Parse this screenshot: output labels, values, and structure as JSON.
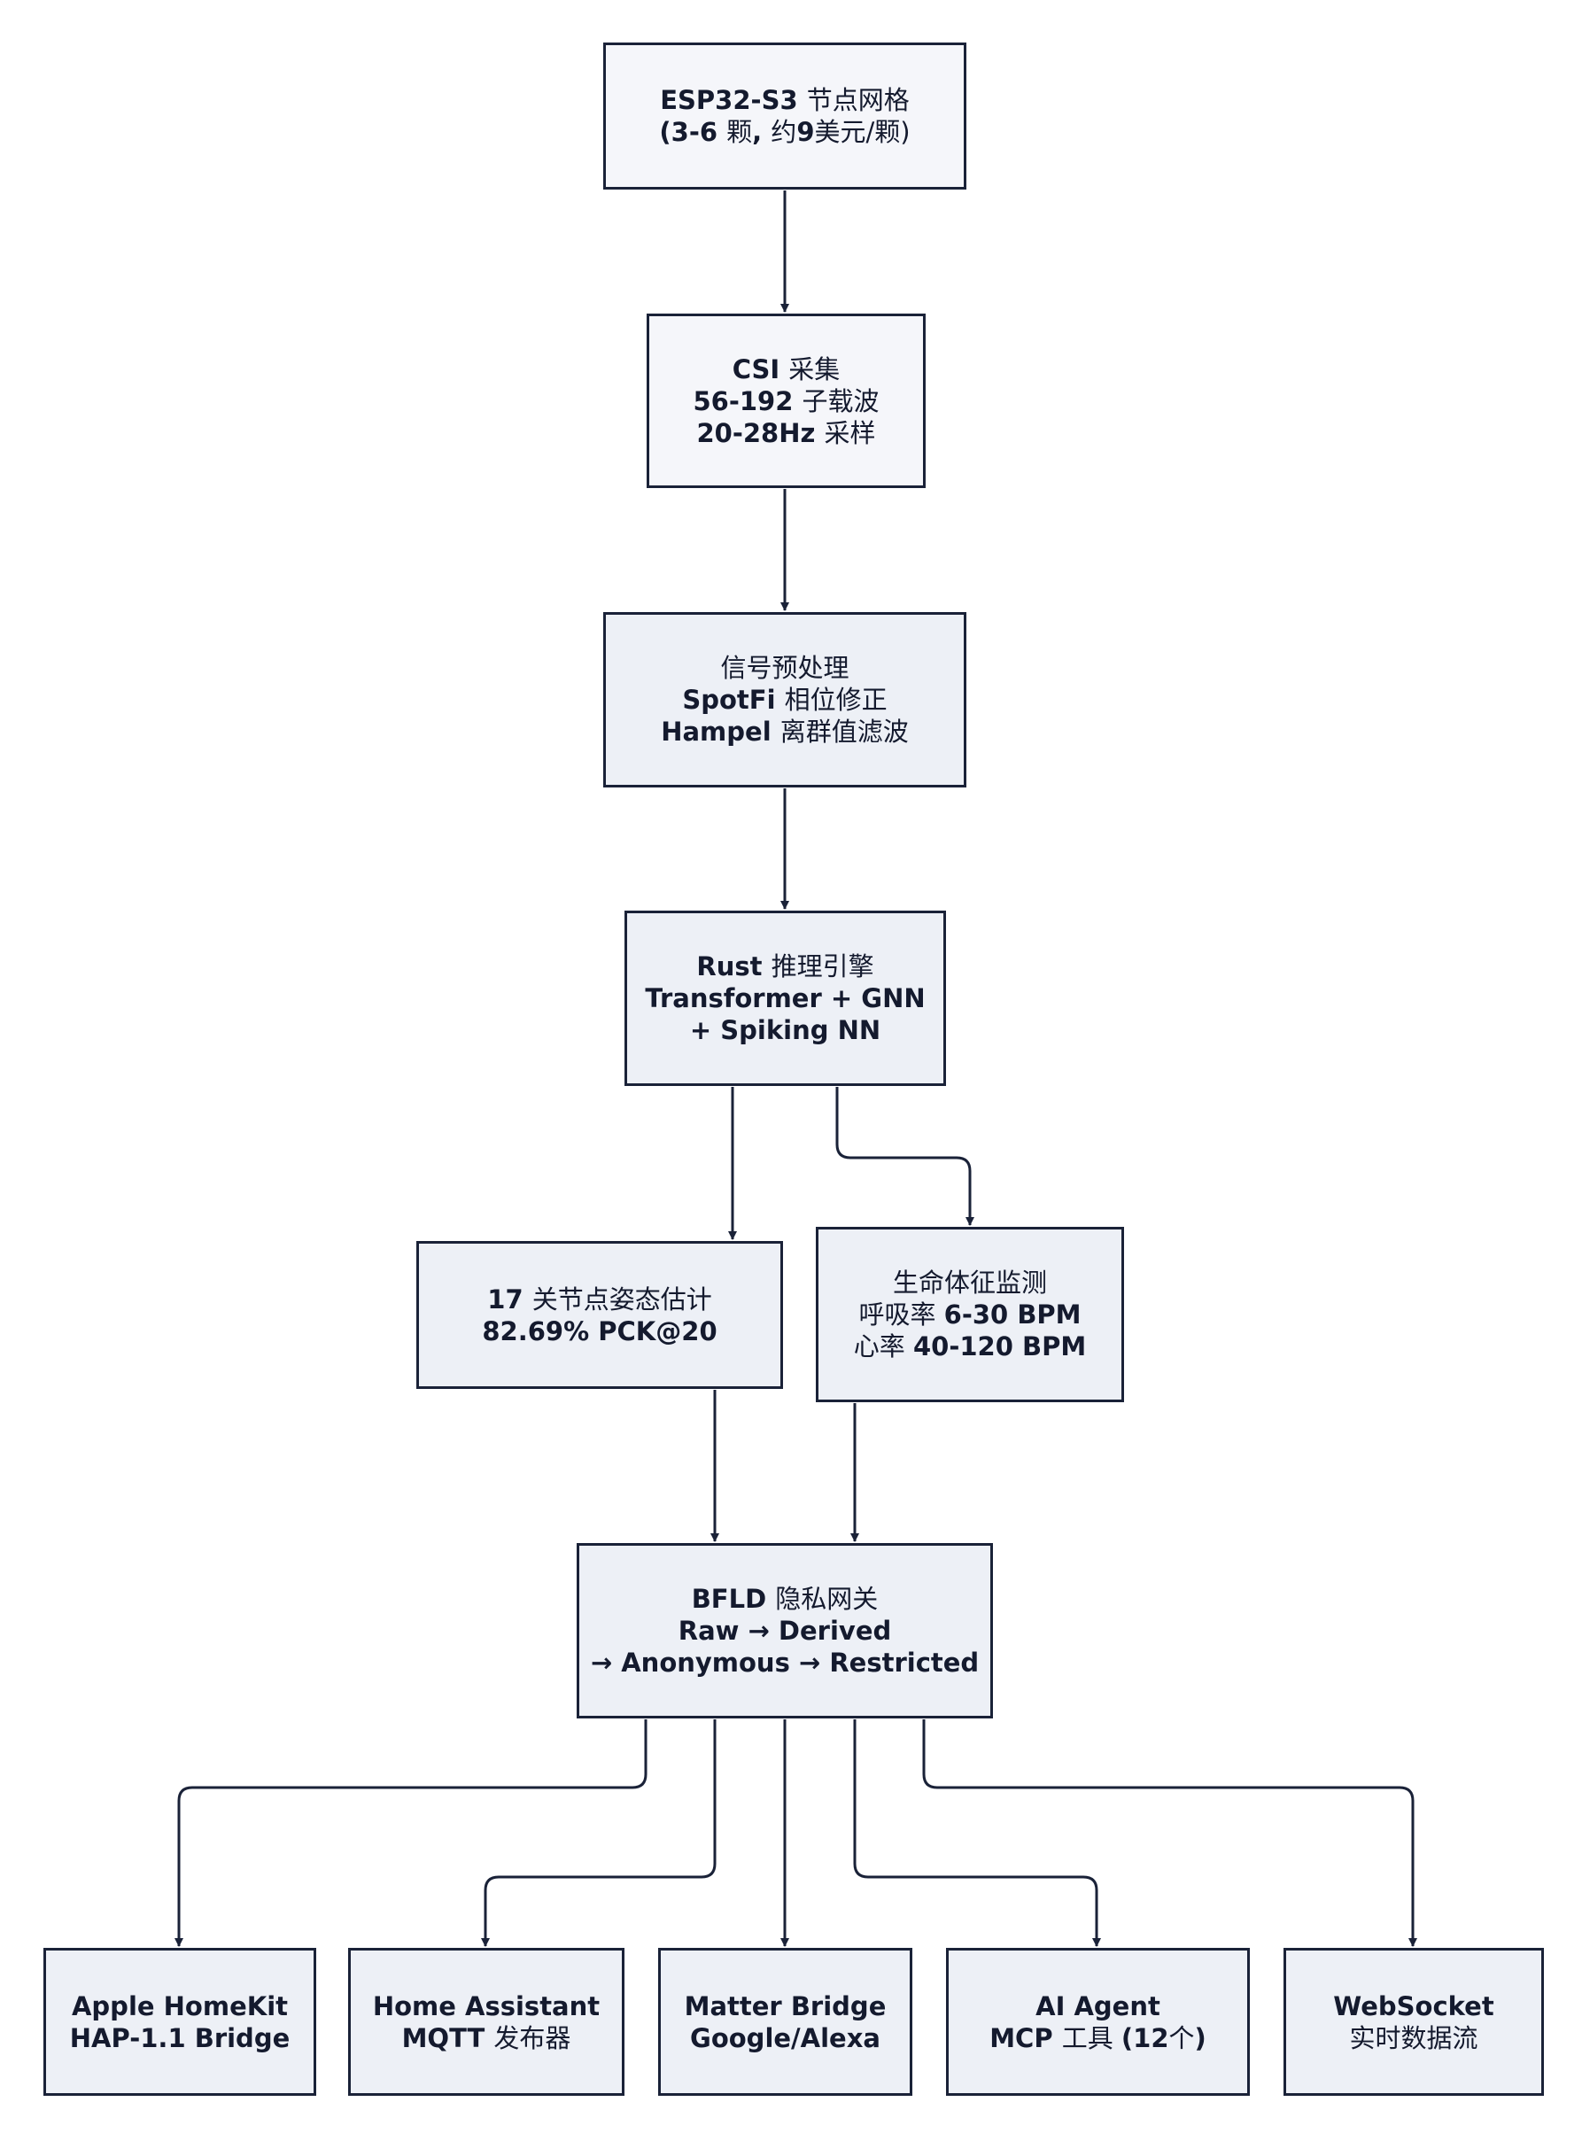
{
  "nodes": {
    "esp32": {
      "lines": [
        [
          {
            "t": "ESP32-S3 ",
            "b": true
          },
          {
            "t": "节点网格",
            "b": false
          }
        ],
        [
          {
            "t": "(3-6 ",
            "b": true
          },
          {
            "t": "颗",
            "b": false
          },
          {
            "t": ", ",
            "b": true
          },
          {
            "t": "约",
            "b": false
          },
          {
            "t": "9",
            "b": true
          },
          {
            "t": "美元/颗)",
            "b": false
          }
        ]
      ]
    },
    "csi": {
      "lines": [
        [
          {
            "t": "CSI ",
            "b": true
          },
          {
            "t": "采集",
            "b": false
          }
        ],
        [
          {
            "t": "56-192 ",
            "b": true
          },
          {
            "t": "子载波",
            "b": false
          }
        ],
        [
          {
            "t": "20-28Hz ",
            "b": true
          },
          {
            "t": "采样",
            "b": false
          }
        ]
      ]
    },
    "preprocess": {
      "lines": [
        [
          {
            "t": "信号预处理",
            "b": false
          }
        ],
        [
          {
            "t": "SpotFi ",
            "b": true
          },
          {
            "t": "相位修正",
            "b": false
          }
        ],
        [
          {
            "t": "Hampel ",
            "b": true
          },
          {
            "t": "离群值滤波",
            "b": false
          }
        ]
      ]
    },
    "rust": {
      "lines": [
        [
          {
            "t": "Rust ",
            "b": true
          },
          {
            "t": "推理引擎",
            "b": false
          }
        ],
        [
          {
            "t": "Transformer + GNN",
            "b": true
          }
        ],
        [
          {
            "t": "+ Spiking NN",
            "b": true
          }
        ]
      ]
    },
    "pose": {
      "lines": [
        [
          {
            "t": "17 ",
            "b": true
          },
          {
            "t": "关节点姿态估计",
            "b": false
          }
        ],
        [
          {
            "t": "82.69% PCK@20",
            "b": true
          }
        ]
      ]
    },
    "vitals": {
      "lines": [
        [
          {
            "t": "生命体征监测",
            "b": false
          }
        ],
        [
          {
            "t": "呼吸率 ",
            "b": false
          },
          {
            "t": "6-30 BPM",
            "b": true
          }
        ],
        [
          {
            "t": "心率 ",
            "b": false
          },
          {
            "t": "40-120 BPM",
            "b": true
          }
        ]
      ]
    },
    "bfld": {
      "lines": [
        [
          {
            "t": "BFLD ",
            "b": true
          },
          {
            "t": "隐私网关",
            "b": false
          }
        ],
        [
          {
            "t": "Raw → Derived",
            "b": true
          }
        ],
        [
          {
            "t": "→ Anonymous → Restricted",
            "b": true
          }
        ]
      ]
    },
    "homekit": {
      "lines": [
        [
          {
            "t": "Apple HomeKit",
            "b": true
          }
        ],
        [
          {
            "t": "HAP-1.1 Bridge",
            "b": true
          }
        ]
      ]
    },
    "homeassistant": {
      "lines": [
        [
          {
            "t": "Home Assistant",
            "b": true
          }
        ],
        [
          {
            "t": "MQTT ",
            "b": true
          },
          {
            "t": "发布器",
            "b": false
          }
        ]
      ]
    },
    "matter": {
      "lines": [
        [
          {
            "t": "Matter Bridge",
            "b": true
          }
        ],
        [
          {
            "t": "Google/Alexa",
            "b": true
          }
        ]
      ]
    },
    "aiagent": {
      "lines": [
        [
          {
            "t": "AI Agent",
            "b": true
          }
        ],
        [
          {
            "t": "MCP ",
            "b": true
          },
          {
            "t": "工具 ",
            "b": false
          },
          {
            "t": "(12",
            "b": true
          },
          {
            "t": "个",
            "b": false
          },
          {
            "t": ")",
            "b": true
          }
        ]
      ]
    },
    "websocket": {
      "lines": [
        [
          {
            "t": "WebSocket",
            "b": true
          }
        ],
        [
          {
            "t": "实时数据流",
            "b": false
          }
        ]
      ]
    }
  },
  "colors": {
    "stroke": "#1a2238",
    "text": "#141a2e",
    "fill_top": "#f5f6fa",
    "fill_mid": "#edf0f6"
  }
}
